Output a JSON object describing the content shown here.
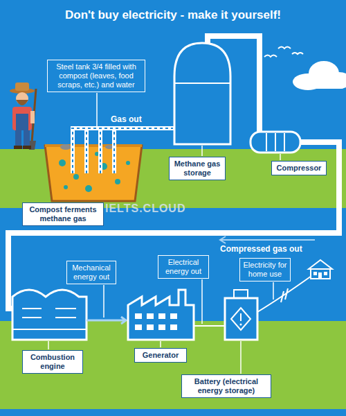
{
  "diagram": {
    "title": "Don't buy electricity - make it yourself!",
    "nodes": [
      {
        "text": [
          "Steel tank 3/4 filled with compost (leaves, food scraps, etc.) and water"
        ]
      },
      {
        "text": [
          "Compost ferments methane gas"
        ]
      },
      {
        "text": [
          "Methane gas storage"
        ]
      },
      {
        "text": [
          "Compressor"
        ]
      },
      {
        "text": [
          "Mechanical energy out"
        ]
      },
      {
        "text": [
          "Electrical energy out"
        ]
      },
      {
        "text": [
          "Electricity for home use"
        ]
      },
      {
        "text": [
          "Combustion engine"
        ]
      },
      {
        "text": [
          "Generator"
        ]
      },
      {
        "text": [
          "Battery (electrical energy storage)"
        ]
      }
    ],
    "labels": [
      "Gas out",
      "Compressed gas out",
      "IELTS.CLOUD"
    ]
  }
}
